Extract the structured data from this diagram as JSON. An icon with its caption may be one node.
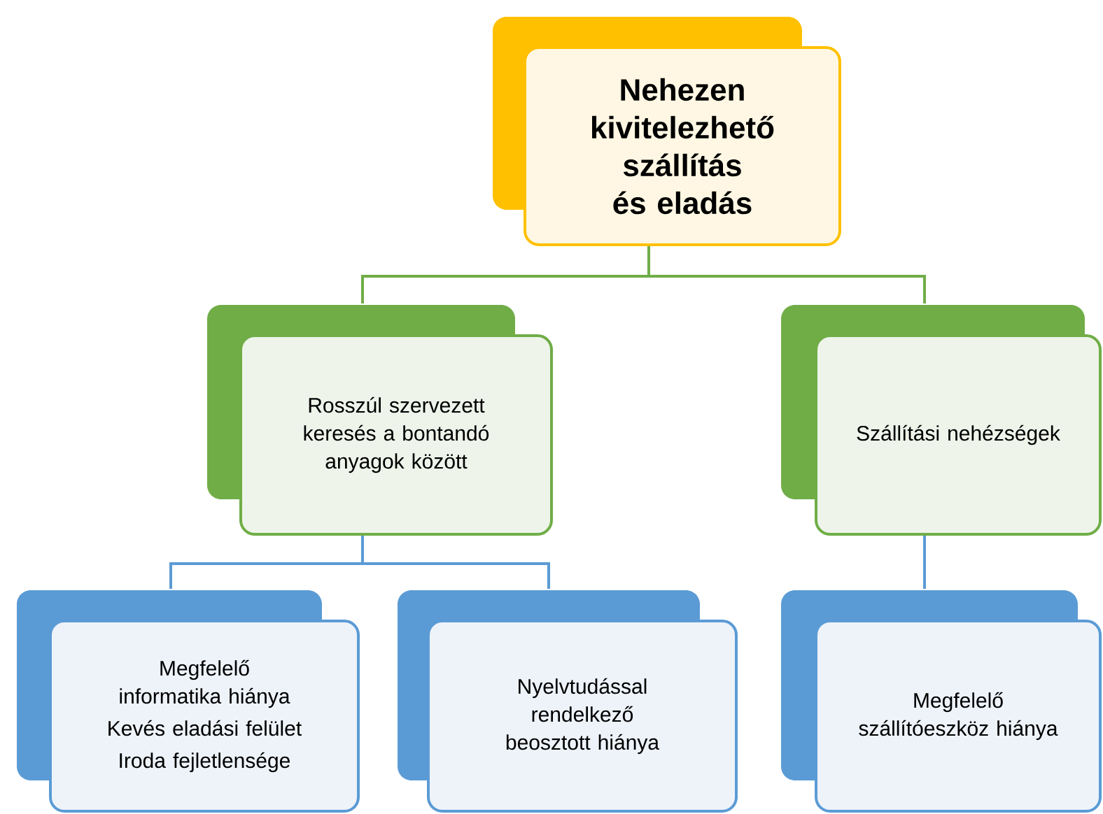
{
  "diagram": {
    "nodes": [
      {
        "text": [
          "Nehezen kivitelezhető szállítás és eladás"
        ]
      },
      {
        "text": [
          "Rosszúl szervezett keresés a bontandó anyagok között"
        ]
      },
      {
        "text": [
          "Szállítási nehézségek"
        ]
      },
      {
        "text": [
          "Megfelelő informatika hiánya",
          "Kevés eladási felület",
          "Iroda fejletlensége"
        ]
      },
      {
        "text": [
          "Nyelvtudással rendelkező beosztott hiánya"
        ]
      },
      {
        "text": [
          "Megfelelő szállítóeszköz hiánya"
        ]
      }
    ],
    "edges": [
      {
        "from": 0,
        "to": 1,
        "arrow": "none",
        "color": "#70ad47"
      },
      {
        "from": 0,
        "to": 2,
        "arrow": "none",
        "color": "#70ad47"
      },
      {
        "from": 1,
        "to": 3,
        "arrow": "none"
      },
      {
        "from": 1,
        "to": 4,
        "arrow": "none"
      },
      {
        "from": 2,
        "to": 5,
        "arrow": "none"
      }
    ]
  }
}
